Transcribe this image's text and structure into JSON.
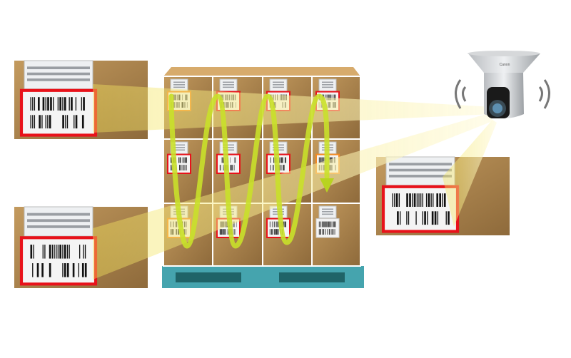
{
  "camera": {
    "logo_text": "Canon"
  },
  "colors": {
    "box": "#b48a52",
    "box_dark": "#8e6a3b",
    "box_top": "#d7ab6c",
    "pallet": "#45a4ae",
    "pallet_slot": "#1f6468",
    "label_read": "#e8121a",
    "label_scanning": "#f28a24",
    "beam": "#f7ec7a",
    "path": "#c9e02a"
  },
  "pallet_grid": {
    "rows": [
      [
        "scanning",
        "read",
        "read",
        "read"
      ],
      [
        "read",
        "read",
        "read",
        "scanning"
      ],
      [
        "scanning",
        "read",
        "read",
        "unread"
      ]
    ]
  }
}
